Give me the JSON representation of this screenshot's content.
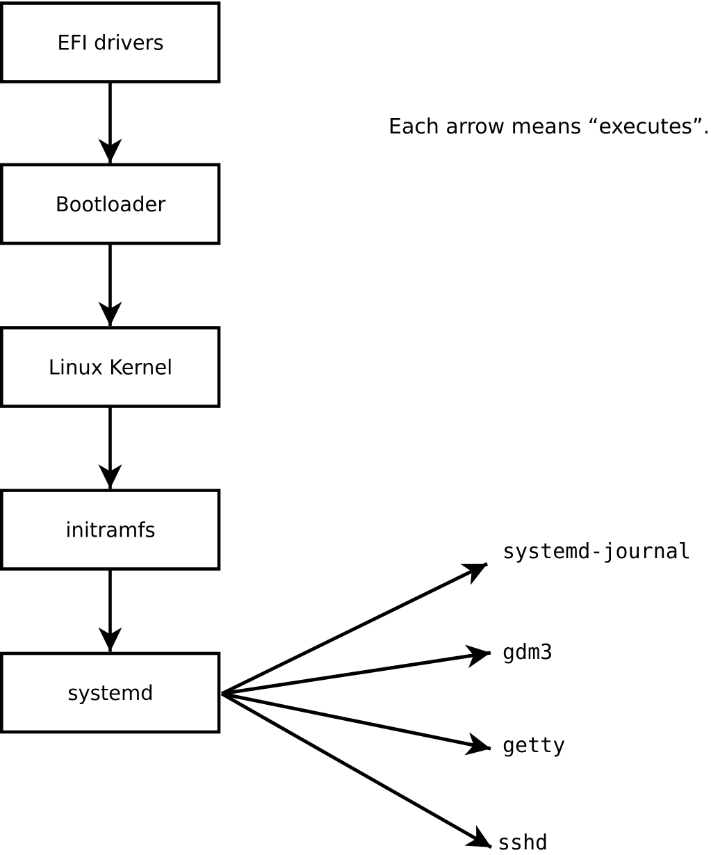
{
  "diagram": {
    "title_note": "Each arrow means “executes”.",
    "arrow_meaning": "executes",
    "colors": {
      "stroke": "#000000",
      "box_fill": "#ffffff",
      "background": "#ffffff"
    },
    "chain": [
      {
        "label": "EFI drivers"
      },
      {
        "label": "Bootloader"
      },
      {
        "label": "Linux Kernel"
      },
      {
        "label": "initramfs"
      },
      {
        "label": "systemd"
      }
    ],
    "spawned": [
      {
        "label": "systemd-journal"
      },
      {
        "label": "gdm3"
      },
      {
        "label": "getty"
      },
      {
        "label": "sshd"
      }
    ]
  }
}
